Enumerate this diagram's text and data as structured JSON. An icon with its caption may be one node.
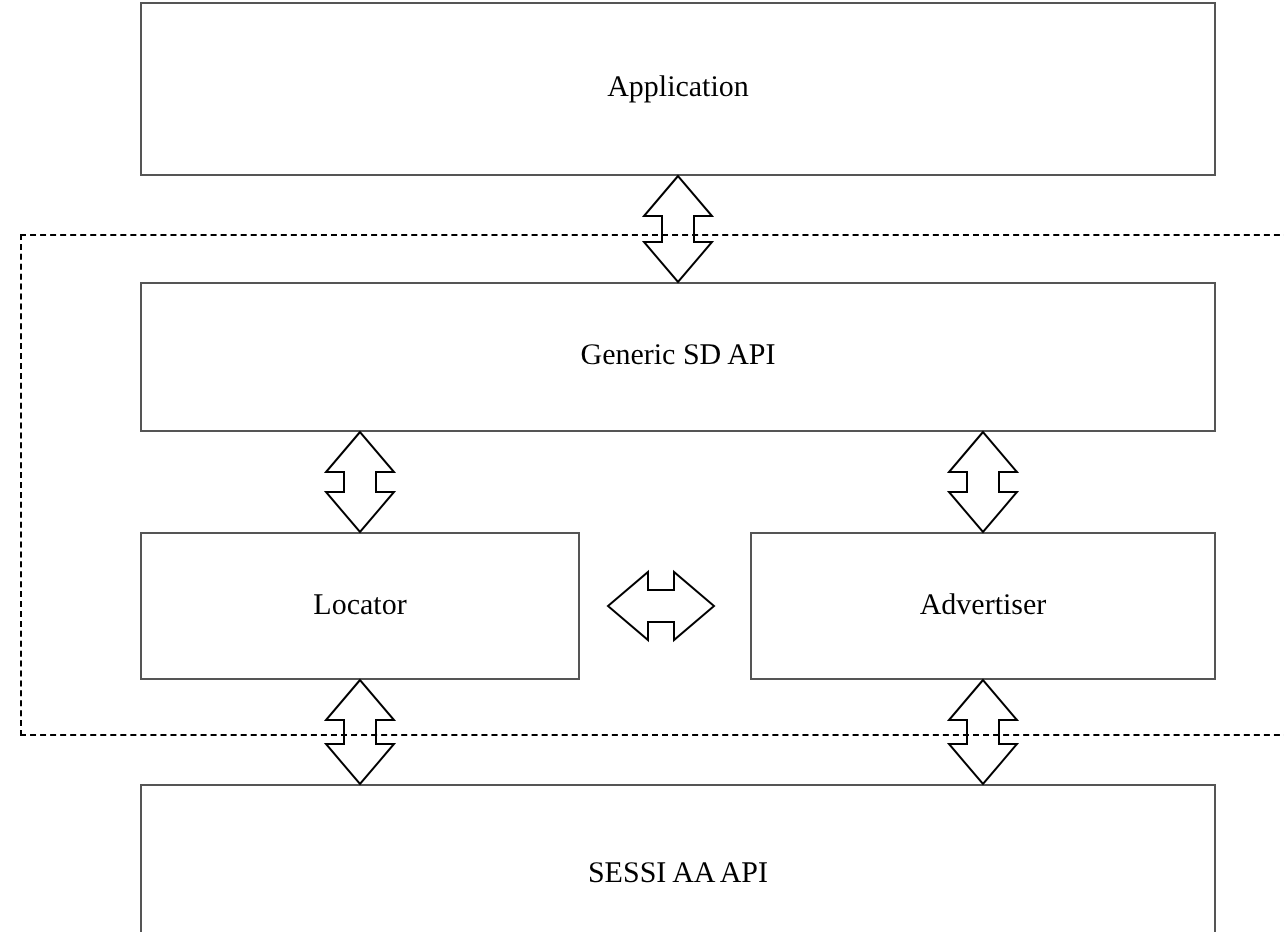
{
  "diagram": {
    "nodes": [
      {
        "text": [
          "Application"
        ]
      },
      {
        "text": [],
        "shape": "box"
      },
      {
        "text": [
          "Generic SD API"
        ],
        "in": 1
      },
      {
        "text": [
          "Locator"
        ],
        "in": 1
      },
      {
        "text": [
          "Advertiser"
        ],
        "in": 1
      },
      {
        "text": [
          "SESSI AA API"
        ]
      }
    ],
    "edges": [
      {
        "from": 0,
        "to": 2,
        "arrow": "both"
      },
      {
        "from": 2,
        "to": 3,
        "arrow": "both"
      },
      {
        "from": 2,
        "to": 4,
        "arrow": "both"
      },
      {
        "from": 3,
        "to": 4,
        "arrow": "both"
      },
      {
        "from": 3,
        "to": 5,
        "arrow": "both"
      },
      {
        "from": 4,
        "to": 5,
        "arrow": "both"
      }
    ]
  }
}
